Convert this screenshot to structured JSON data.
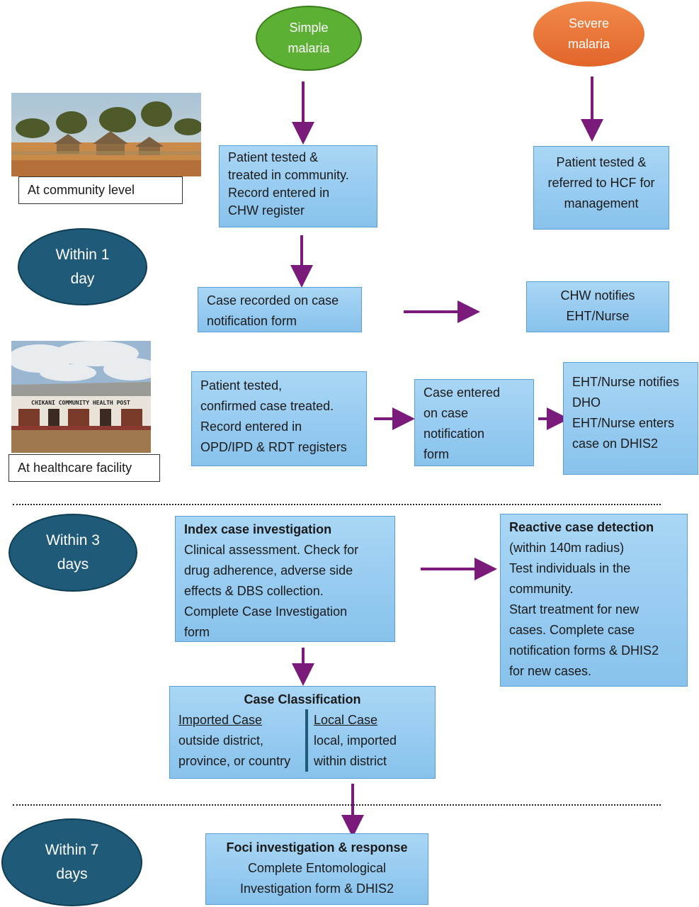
{
  "top": {
    "simple_malaria": [
      "Simple",
      "malaria"
    ],
    "severe_malaria": [
      "Severe",
      "malaria"
    ]
  },
  "photos": {
    "community_label": "At community level",
    "facility_label": "At healthcare facility",
    "facility_sign": "CHIKANI COMMUNITY HEALTH POST"
  },
  "time": {
    "day1": [
      "Within 1",
      "day"
    ],
    "day3": [
      "Within 3",
      "days"
    ],
    "day7": [
      "Within 7",
      "days"
    ]
  },
  "boxes": {
    "community_test": [
      "Patient tested &",
      "treated in community.",
      "Record entered in",
      "CHW register"
    ],
    "severe_test": [
      "Patient tested &",
      "referred to HCF for",
      "management"
    ],
    "case_recorded": [
      "Case recorded on case",
      "notification form"
    ],
    "chw_notifies": [
      "CHW notifies",
      "EHT/Nurse"
    ],
    "facility_test": [
      "Patient tested,",
      "confirmed case treated.",
      "Record entered in",
      "OPD/IPD & RDT registers"
    ],
    "case_entered": [
      "Case entered",
      "on case",
      "notification",
      "form"
    ],
    "eht_notifies": [
      "EHT/Nurse notifies",
      "DHO",
      "EHT/Nurse enters",
      "case on DHIS2"
    ],
    "index_case": {
      "title": "Index case investigation",
      "lines": [
        "Clinical assessment. Check for",
        "drug adherence, adverse side",
        "effects & DBS collection.",
        "Complete Case Investigation",
        "form"
      ]
    },
    "reactive": {
      "title": "Reactive case detection",
      "lines": [
        "(within 140m radius)",
        "Test individuals in the",
        "community.",
        "Start treatment for new",
        "cases. Complete case",
        "notification forms & DHIS2",
        "for new cases."
      ]
    },
    "classification": {
      "title": "Case Classification",
      "imported_title": "Imported Case",
      "imported_lines": [
        "outside district,",
        "province, or country"
      ],
      "local_title": "Local Case",
      "local_lines": [
        "local, imported",
        "within district"
      ]
    },
    "foci": {
      "title": "Foci investigation & response",
      "lines": [
        "Complete Entomological",
        "Investigation form & DHIS2"
      ]
    }
  },
  "colors": {
    "arrow": "#7a1a7a",
    "time_oval": "#1f5b78",
    "box_fill": "#9fd0f2",
    "simple": "#5cb033",
    "severe": "#e8713a"
  }
}
